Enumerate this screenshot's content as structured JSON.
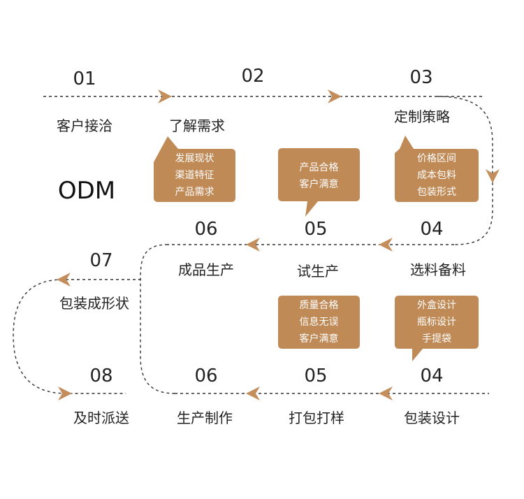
{
  "title": "ODM",
  "colors": {
    "accent": "#C38E5C",
    "line": "#333333",
    "box": "#C08A57"
  },
  "steps": [
    {
      "num": "01",
      "label": "客户接洽"
    },
    {
      "num": "02",
      "label": "了解需求"
    },
    {
      "num": "03",
      "label": "定制策略"
    },
    {
      "num": "04",
      "label": "选料备料"
    },
    {
      "num": "05",
      "label": "试生产"
    },
    {
      "num": "06",
      "label": "成品生产"
    },
    {
      "num": "07",
      "label": "包装成形状"
    },
    {
      "num": "08",
      "label": "及时派送"
    },
    {
      "num": "06",
      "label": "生产制作"
    },
    {
      "num": "05",
      "label": "打包打样"
    },
    {
      "num": "04",
      "label": "包装设计"
    }
  ],
  "boxes": [
    {
      "lines": [
        "发展现状",
        "渠道特征",
        "产品需求"
      ]
    },
    {
      "lines": [
        "产品合格",
        "客户满意"
      ]
    },
    {
      "lines": [
        "价格区间",
        "成本包料",
        "包装形式"
      ]
    },
    {
      "lines": [
        "质量合格",
        "信息无误",
        "客户满意"
      ]
    },
    {
      "lines": [
        "外盒设计",
        "瓶标设计",
        "手提袋"
      ]
    }
  ]
}
